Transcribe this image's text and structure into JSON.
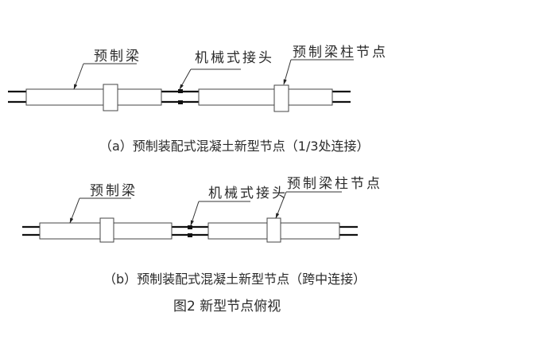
{
  "diagram_a": {
    "label_beam": "预制梁",
    "label_coupler": "机械式接头",
    "label_joint": "预制梁柱节点",
    "caption": "（a）预制装配式混凝土新型节点（1/3处连接）"
  },
  "diagram_b": {
    "label_beam": "预制梁",
    "label_coupler": "机械式接头",
    "label_joint": "预制梁柱节点",
    "caption": "（b）预制装配式混凝土新型节点（跨中连接）"
  },
  "figure_title": "图2 新型节点俯视"
}
